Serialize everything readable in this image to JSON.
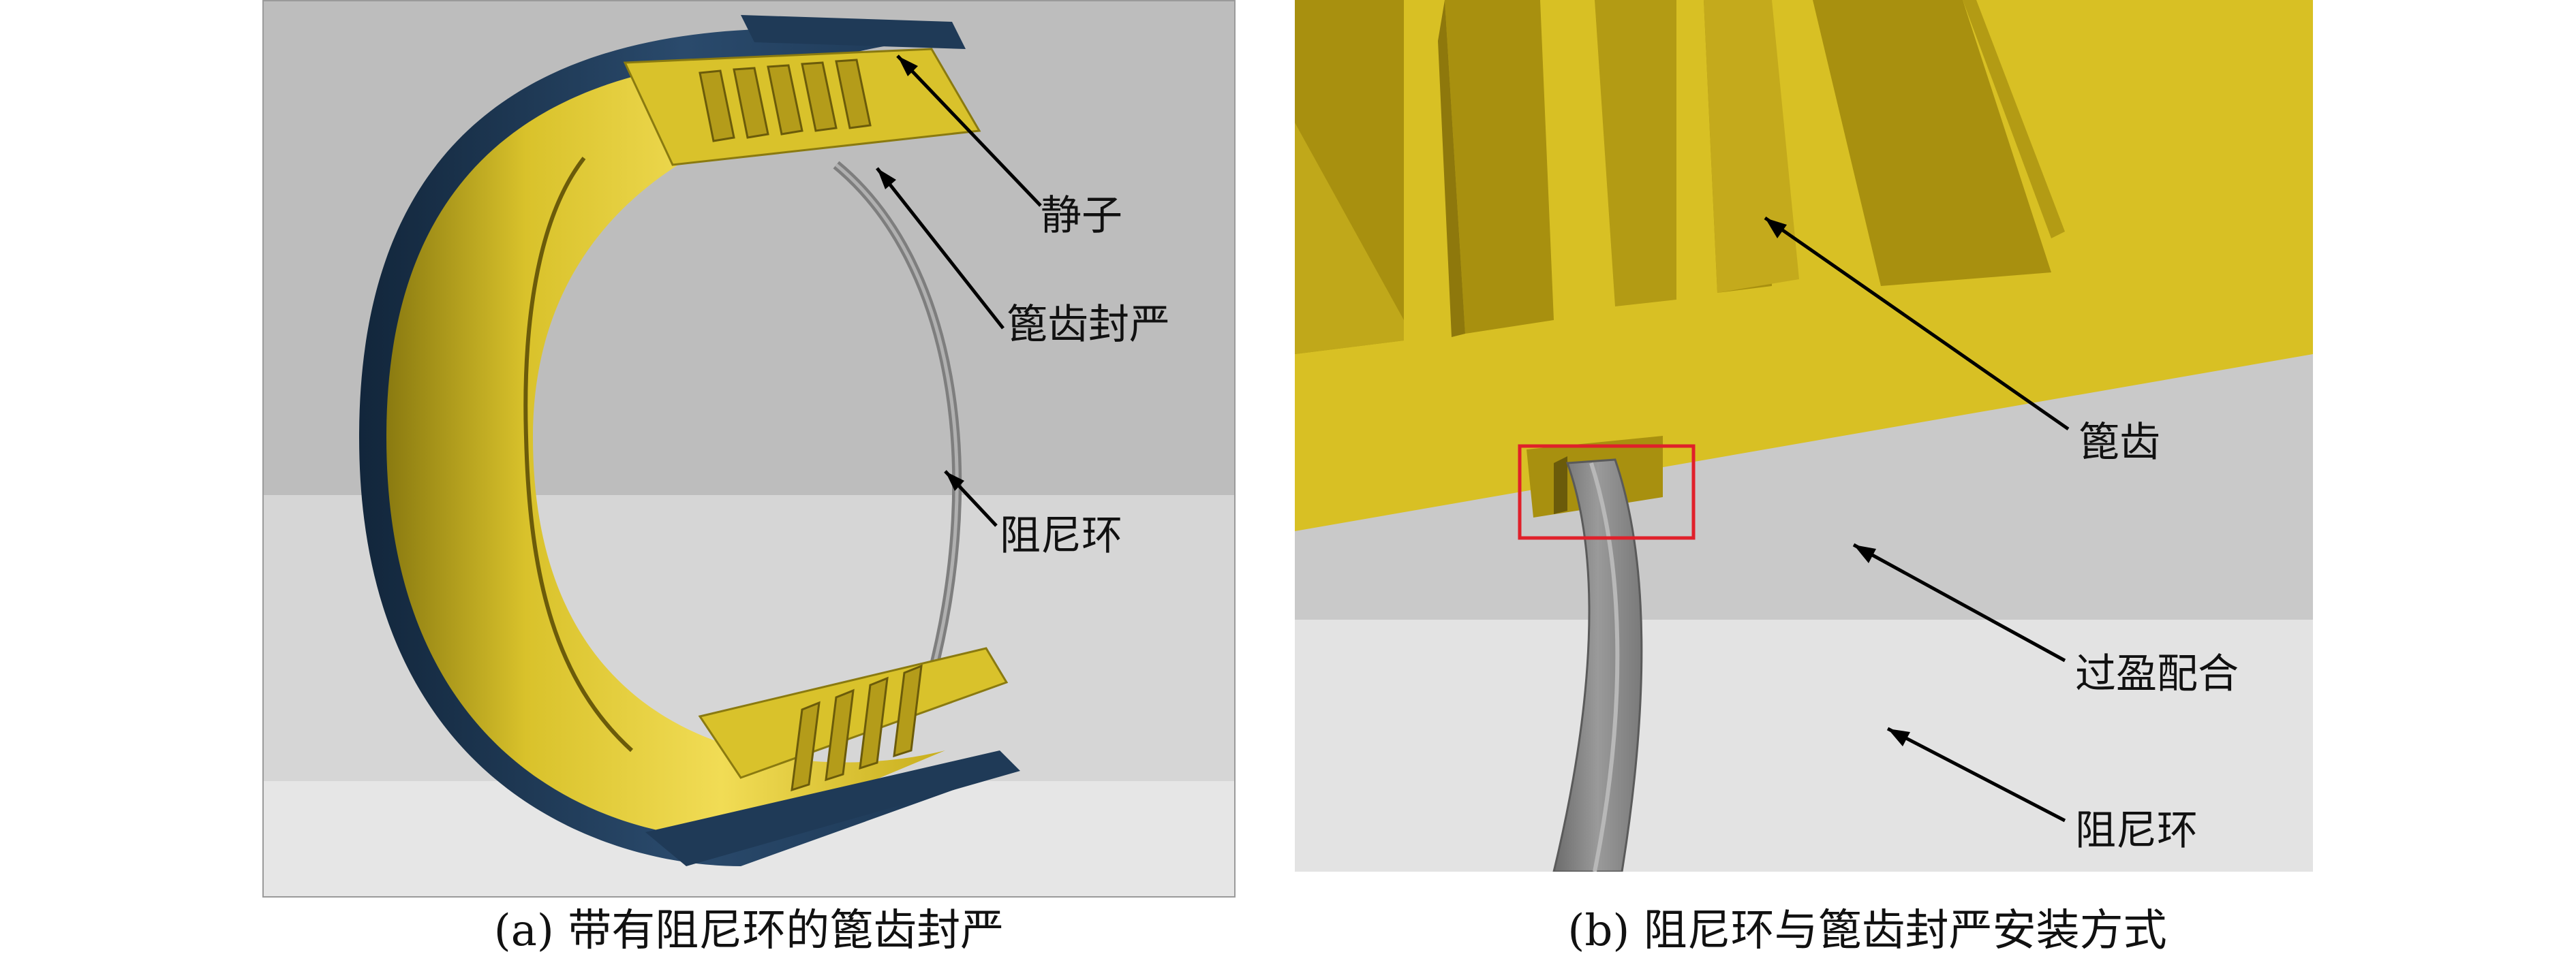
{
  "panel_a": {
    "caption": "(a) 带有阻尼环的篦齿封严",
    "labels": {
      "stator": "静子",
      "labyrinth_seal": "篦齿封严",
      "damping_ring": "阻尼环"
    }
  },
  "panel_b": {
    "caption": "(b) 阻尼环与篦齿封严安装方式",
    "labels": {
      "labyrinth_teeth": "篦齿",
      "interference_fit": "过盈配合",
      "damping_ring": "阻尼环"
    }
  },
  "colors": {
    "seal_yellow": "#d9c22b",
    "seal_dark": "#a08a10",
    "stator_blue": "#1f3a57",
    "bg_grey": "#bdbdbd",
    "bg_light": "#d6d6d6",
    "ring_grey": "#8a8a8a",
    "highlight_red": "#e0202a"
  }
}
